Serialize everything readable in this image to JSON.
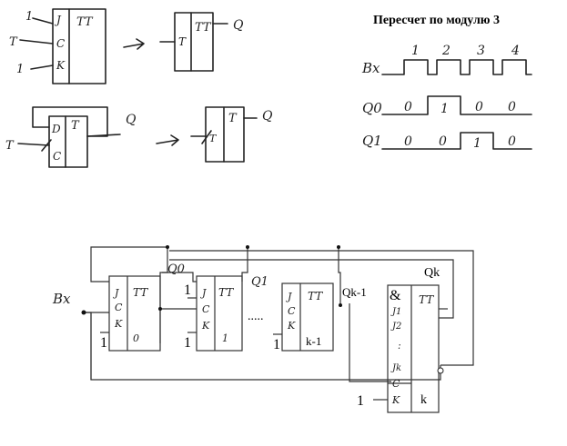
{
  "title": "Пересчет по модулю 3",
  "timing": {
    "clock_label": "Bx",
    "pulse_numbers": [
      "1",
      "2",
      "3",
      "4"
    ],
    "q0_label": "Q0",
    "q0_values": [
      "0",
      "1",
      "0",
      "0"
    ],
    "q1_label": "Q1",
    "q1_values": [
      "0",
      "0",
      "1",
      "0"
    ]
  },
  "top_left": {
    "jk": {
      "name": "TT",
      "pins": [
        "J",
        "C",
        "K"
      ],
      "inputs": [
        "1",
        "T",
        "1"
      ]
    },
    "jk_equiv": {
      "name": "TT",
      "pin": "T",
      "output": "Q"
    },
    "d": {
      "name": "T",
      "pins": [
        "D",
        "C"
      ],
      "input": "T",
      "output": "Q"
    },
    "d_equiv": {
      "name": "T",
      "pin": "T",
      "output": "Q"
    }
  },
  "counter": {
    "input_label": "Bx",
    "ff0": {
      "name": "TT",
      "pins": [
        "J",
        "C",
        "K"
      ],
      "index": "0",
      "k_input": "1",
      "output": "Q0"
    },
    "ff1": {
      "name": "TT",
      "pins": [
        "J",
        "C",
        "K"
      ],
      "index": "1",
      "j_input": "1",
      "k_input": "1",
      "output": "Q1"
    },
    "ellipsis": ".....",
    "ffk1": {
      "name": "TT",
      "pins": [
        "J",
        "C",
        "K"
      ],
      "index": "k-1",
      "k_input": "1",
      "output": "Qk-1"
    },
    "ffk": {
      "name": "TT",
      "and_symbol": "&",
      "pins": [
        "J1",
        "J2",
        "Jk",
        "C",
        "K"
      ],
      "dots": ":",
      "index": "k",
      "k_input": "1",
      "output": "Qk"
    }
  }
}
